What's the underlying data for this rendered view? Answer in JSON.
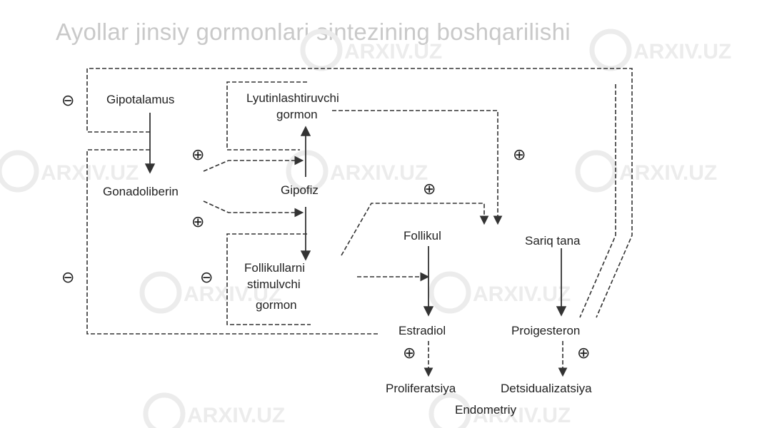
{
  "title": "Ayollar jinsiy gormonlari sintezining boshqarilishi",
  "watermark": "ARXIV.UZ",
  "nodes": {
    "gipotalamus": "Gipotalamus",
    "lyutin_1": "Lyutinlashtiruvchi",
    "lyutin_2": "gormon",
    "gonadoliberin": "Gonadoliberin",
    "gipofiz": "Gipofiz",
    "follikul": "Follikul",
    "sariq_tana": "Sariq tana",
    "fsh_1": "Follikullarni",
    "fsh_2": "stimulvchi",
    "fsh_3": "gormon",
    "estradiol": "Estradiol",
    "progesteron": "Proigesteron",
    "proliferatsiya": "Proliferatsiya",
    "detsidualizatsiya": "Detsidualizatsiya",
    "endometriy": "Endometriy"
  },
  "signs": {
    "plus": "⊕",
    "minus": "⊖"
  },
  "colors": {
    "ink": "#222222",
    "title": "#c9c9c9",
    "watermark": "#ececec"
  }
}
